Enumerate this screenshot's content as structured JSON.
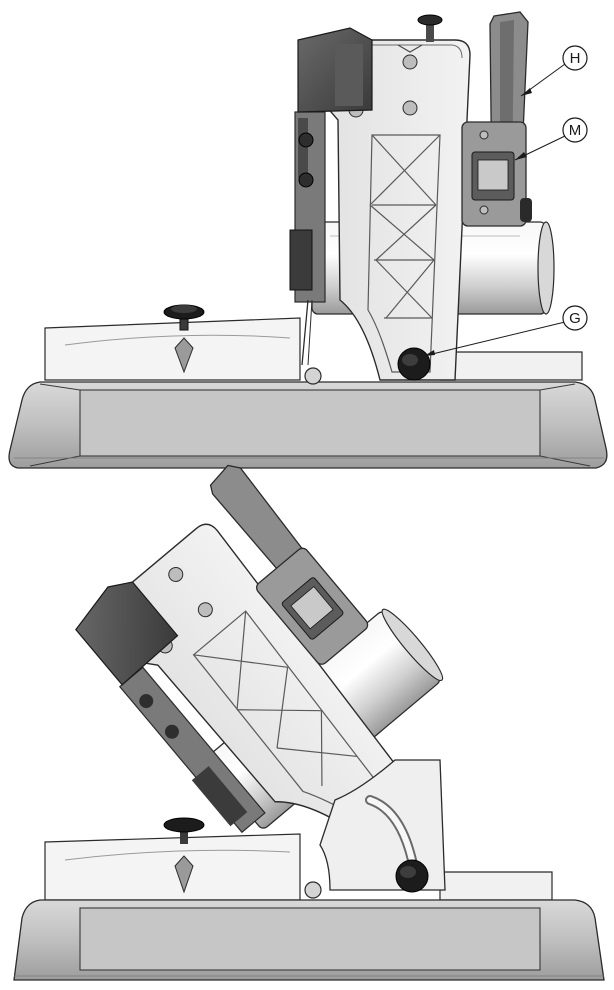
{
  "callouts": [
    {
      "id": "H",
      "label": "H"
    },
    {
      "id": "M",
      "label": "M"
    },
    {
      "id": "G",
      "label": "G"
    }
  ],
  "colors": {
    "background": "#ffffff",
    "outline": "#2b2b2b",
    "metal_light": "#e6e6e6",
    "metal_mid": "#c8c8c8",
    "metal_dark": "#8a8a8a",
    "guard_dark": "#4a4a4a",
    "knob_black": "#1c1c1c"
  },
  "views": [
    {
      "name": "upright-view",
      "bevel": "0"
    },
    {
      "name": "bevel-view",
      "bevel": "45"
    }
  ]
}
